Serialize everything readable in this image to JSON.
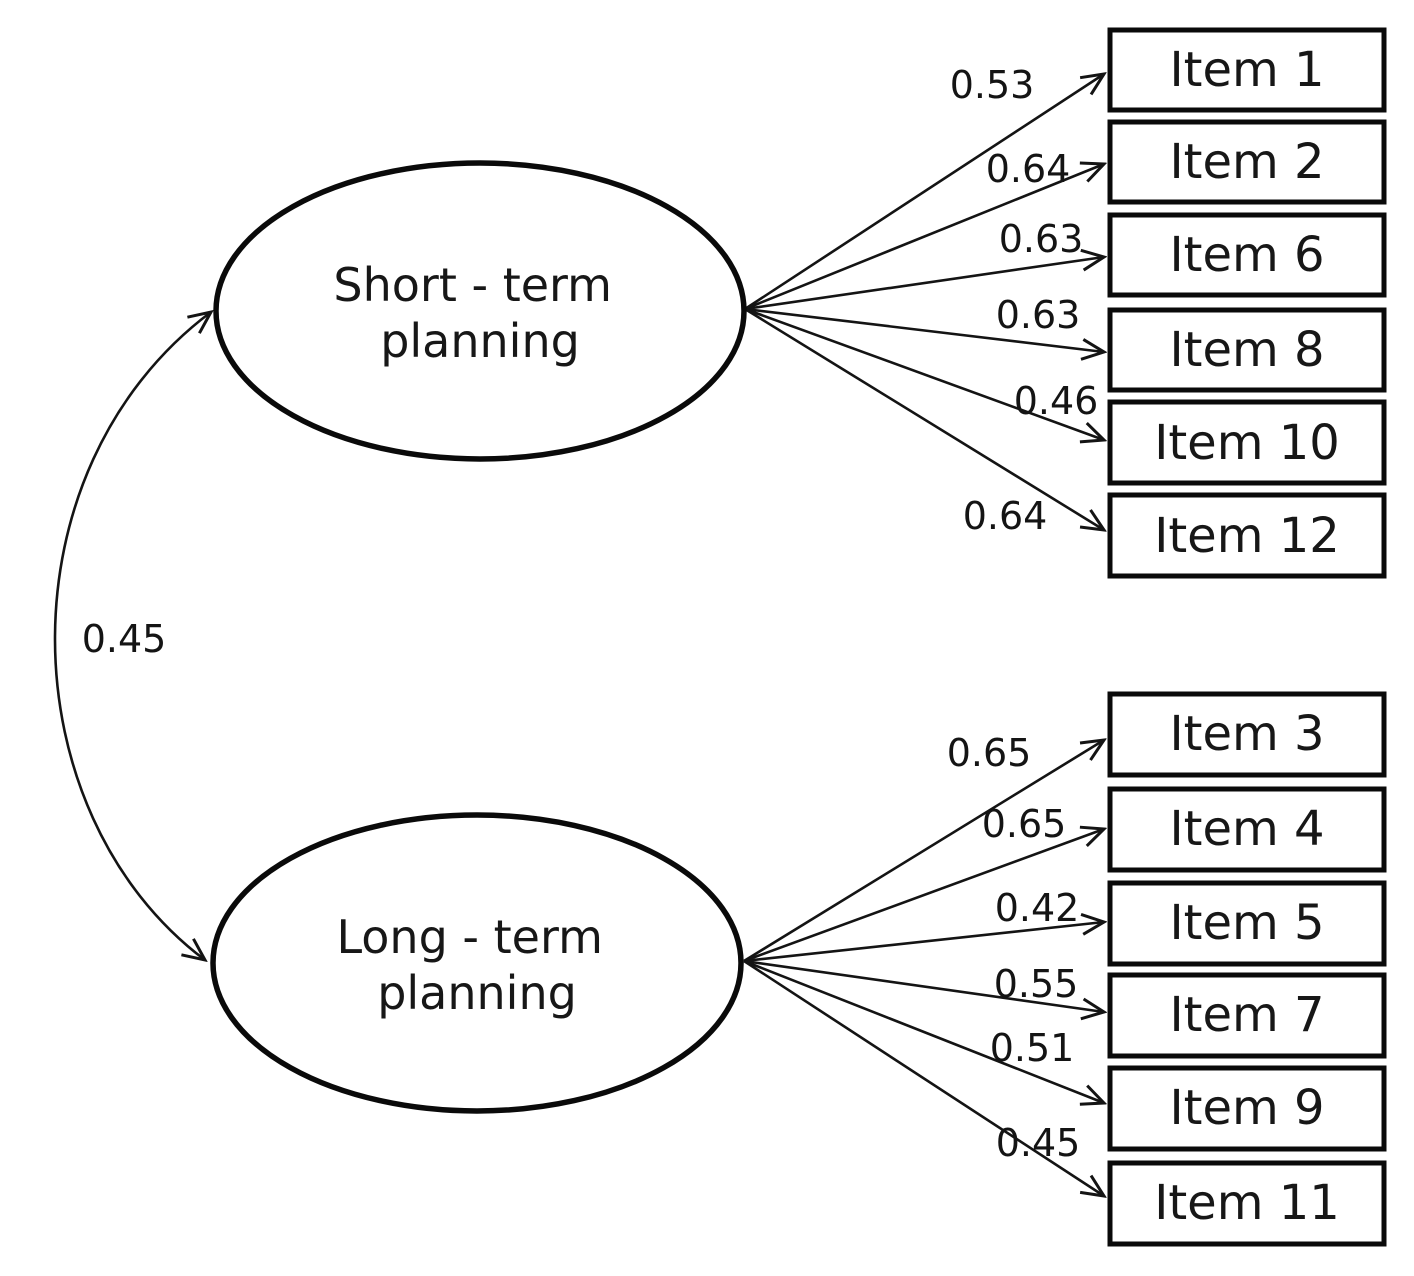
{
  "diagram": {
    "type": "cfa-path-diagram",
    "background_color": "#ffffff",
    "line_color": "#141414",
    "covariance": {
      "value": "0.45",
      "between": [
        "Short - term planning",
        "Long - term planning"
      ]
    },
    "factors": [
      {
        "name": "Short - term planning",
        "label_lines": [
          "Short - term",
          "planning"
        ],
        "loadings": [
          {
            "item": "Item 1",
            "value": "0.53"
          },
          {
            "item": "Item 2",
            "value": "0.64"
          },
          {
            "item": "Item 6",
            "value": "0.63"
          },
          {
            "item": "Item 8",
            "value": "0.63"
          },
          {
            "item": "Item 10",
            "value": "0.46"
          },
          {
            "item": "Item 12",
            "value": "0.64"
          }
        ]
      },
      {
        "name": "Long - term planning",
        "label_lines": [
          "Long - term",
          "planning"
        ],
        "loadings": [
          {
            "item": "Item 3",
            "value": "0.65"
          },
          {
            "item": "Item 4",
            "value": "0.65"
          },
          {
            "item": "Item 5",
            "value": "0.42"
          },
          {
            "item": "Item 7",
            "value": "0.55"
          },
          {
            "item": "Item 9",
            "value": "0.51"
          },
          {
            "item": "Item 11",
            "value": "0.45"
          }
        ]
      }
    ]
  }
}
